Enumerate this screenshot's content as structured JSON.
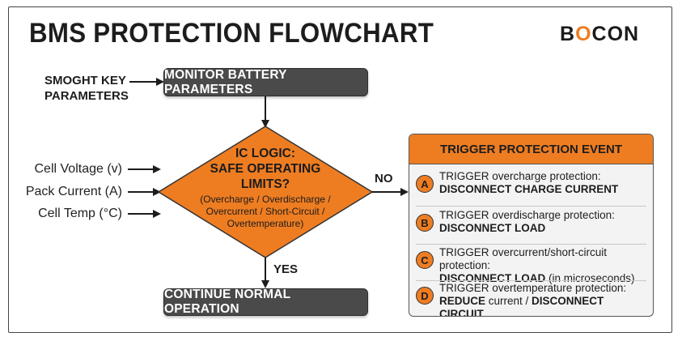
{
  "header": {
    "title": "BMS PROTECTION FLOWCHART",
    "logo_part1": "B",
    "logo_part2": "O",
    "logo_part3": "C",
    "logo_part4": "O",
    "logo_part5": "N"
  },
  "side_label": {
    "line1": "SMOGHT KEY",
    "line2": "PARAMETERS"
  },
  "inputs": [
    "Cell Voltage (v)",
    "Pack Current (A)",
    "Cell Temp (°C)"
  ],
  "monitor_box": "MONITOR BATTERY PARAMETERS",
  "decision": {
    "line1": "IC LOGIC:",
    "line2": "SAFE OPERATING LIMITS?",
    "sub": "(Overcharge / Overdischarge / Overcurrent / Short-Circuit / Overtemperature)"
  },
  "yes_label": "YES",
  "no_label": "NO",
  "continue_box": "CONTINUE NORMAL OPERATION",
  "panel": {
    "title": "TRIGGER PROTECTION EVENT",
    "events": [
      {
        "badge": "A",
        "line1": "TRIGGER overcharge protection:",
        "strong": "DISCONNECT CHARGE CURRENT",
        "rest": ""
      },
      {
        "badge": "B",
        "line1": "TRIGGER overdischarge protection:",
        "strong": "DISCONNECT LOAD",
        "rest": ""
      },
      {
        "badge": "C",
        "line1": "TRIGGER overcurrent/short-circuit protection:",
        "strong": "DISCONNECT LOAD",
        "rest": " (in microseconds)"
      },
      {
        "badge": "D",
        "line1": "TRIGGER overtemperature protection:",
        "strong": "REDUCE",
        "rest": " current / ",
        "strong2": "DISCONNECT CIRCUIT"
      }
    ]
  },
  "colors": {
    "accent_orange": "#ee7d22",
    "dark_box": "#4a4a4a",
    "panel_bg": "#f3f3f3"
  }
}
